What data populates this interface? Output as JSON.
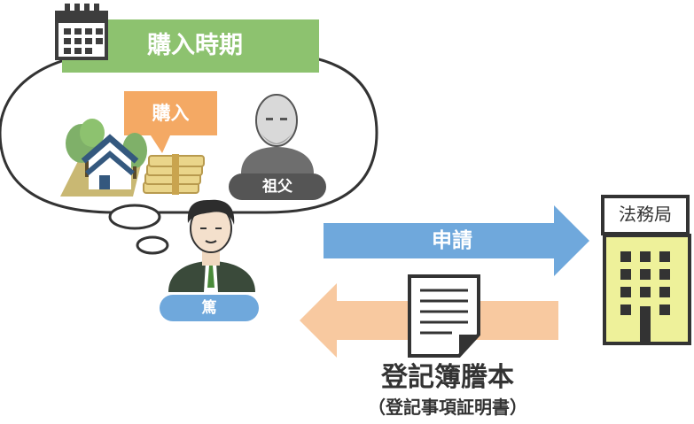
{
  "banner": {
    "title": "購入時期"
  },
  "speech": {
    "purchase_label": "購入"
  },
  "grandfather": {
    "name": "祖父"
  },
  "person": {
    "name": "篤"
  },
  "arrows": {
    "apply_label": "申請"
  },
  "office": {
    "name": "法務局"
  },
  "document": {
    "title": "登記簿謄本",
    "subtitle": "（登記事項証明書）"
  },
  "colors": {
    "banner_green": "#8dc26f",
    "speech_orange": "#f4a964",
    "arrow_blue": "#6fa8dc",
    "arrow_peach": "#f8c9a0",
    "badge_blue": "#6fa8dc",
    "badge_dark": "#555555",
    "building_yellow": "#eef19a",
    "outline": "#333333"
  }
}
